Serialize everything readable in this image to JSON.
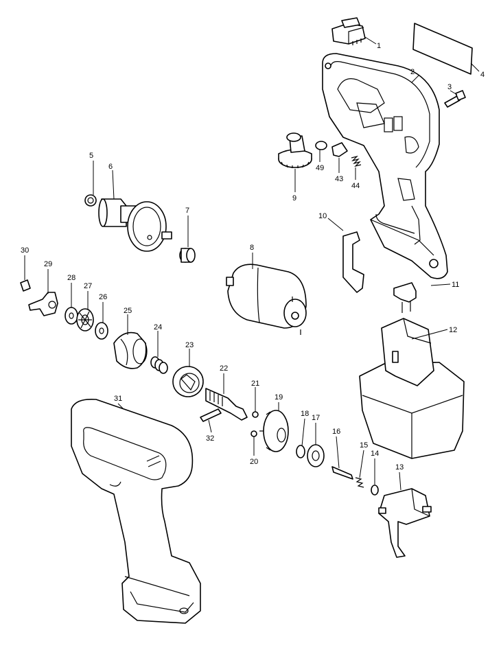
{
  "diagram": {
    "callouts": [
      "1",
      "2",
      "3",
      "4",
      "5",
      "6",
      "7",
      "8",
      "9",
      "10",
      "11",
      "12",
      "13",
      "14",
      "15",
      "16",
      "17",
      "18",
      "19",
      "20",
      "21",
      "22",
      "23",
      "24",
      "25",
      "26",
      "27",
      "28",
      "29",
      "30",
      "31",
      "32",
      "43",
      "44",
      "49"
    ]
  }
}
